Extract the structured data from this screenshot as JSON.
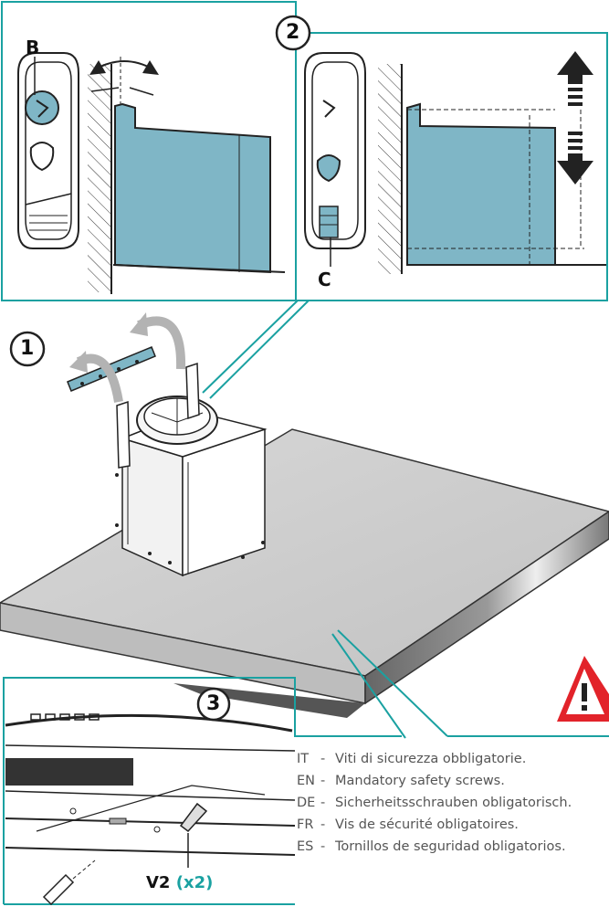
{
  "steps": {
    "step1": "1",
    "step2": "2",
    "step3": "3"
  },
  "labels": {
    "b": "B",
    "c": "C",
    "v2_name": "V2",
    "v2_qty": "(x2)"
  },
  "legend": [
    {
      "code": "IT",
      "text": "Viti di sicurezza obbligatorie."
    },
    {
      "code": "EN",
      "text": "Mandatory safety screws."
    },
    {
      "code": "DE",
      "text": "Sicherheitsschrauben obligatorisch."
    },
    {
      "code": "FR",
      "text": "Vis de sécurité obligatoires."
    },
    {
      "code": "ES",
      "text": "Tornillos de seguridad obligatorios."
    }
  ],
  "colors": {
    "frame": "#1aa1a1",
    "panel": "#7fb6c6",
    "warning_red": "#e2232a"
  },
  "icons": {
    "warning": "warning-triangle-icon"
  }
}
